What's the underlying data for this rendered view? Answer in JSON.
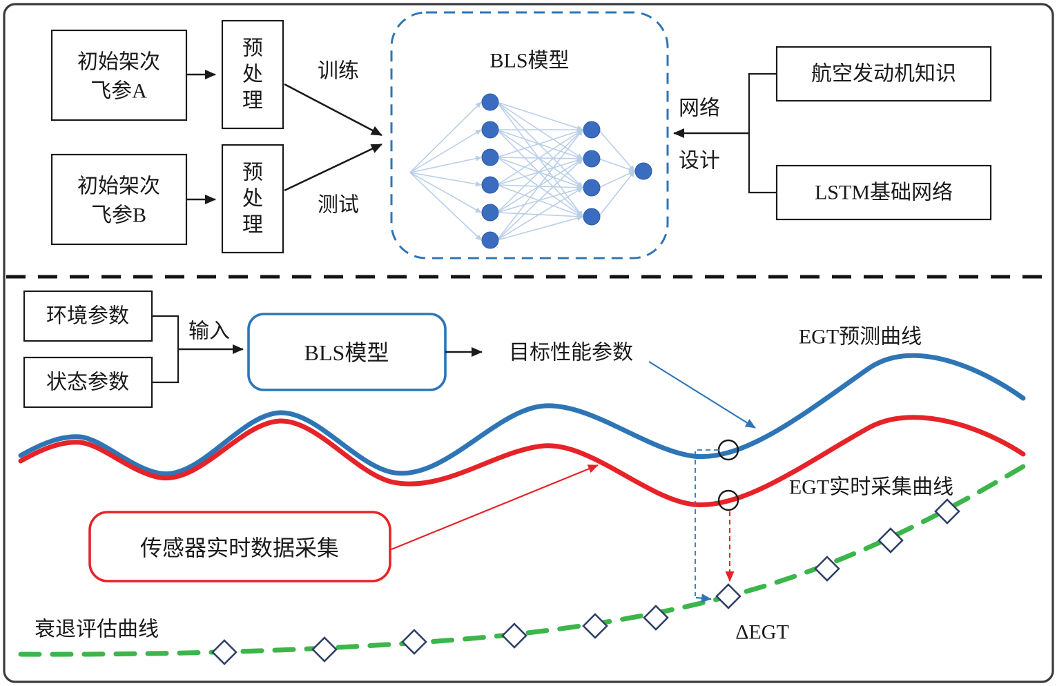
{
  "figure": {
    "type": "flow-diagram",
    "language": "zh-CN"
  },
  "top": {
    "box_a": {
      "line1": "初始架次",
      "line2": "飞参A"
    },
    "box_b": {
      "line1": "初始架次",
      "line2": "飞参B"
    },
    "preprocess": [
      "预",
      "处",
      "理"
    ],
    "train_label": "训练",
    "test_label": "测试",
    "bls_title": "BLS模型",
    "network_design_line1": "网络",
    "network_design_line2": "设计",
    "knowledge_box": "航空发动机知识",
    "lstm_box": "LSTM基础网络"
  },
  "bottom": {
    "env_box": "环境参数",
    "state_box": "状态参数",
    "input_label": "输入",
    "bls_box": "BLS模型",
    "target_label": "目标性能参数",
    "egt_pred_label": "EGT预测曲线",
    "egt_real_label": "EGT实时采集曲线",
    "sensor_box": "传感器实时数据采集",
    "decay_label": "衰退评估曲线",
    "delta_egt_label": "ΔEGT"
  },
  "colors": {
    "blue": "#2e75b6",
    "red": "#e62328",
    "green": "#3cb54a",
    "diamond_outline": "#2f3f66",
    "node_fill": "#3a6cc0",
    "link": "#b9cfe8",
    "ink": "#1a1a1a"
  }
}
